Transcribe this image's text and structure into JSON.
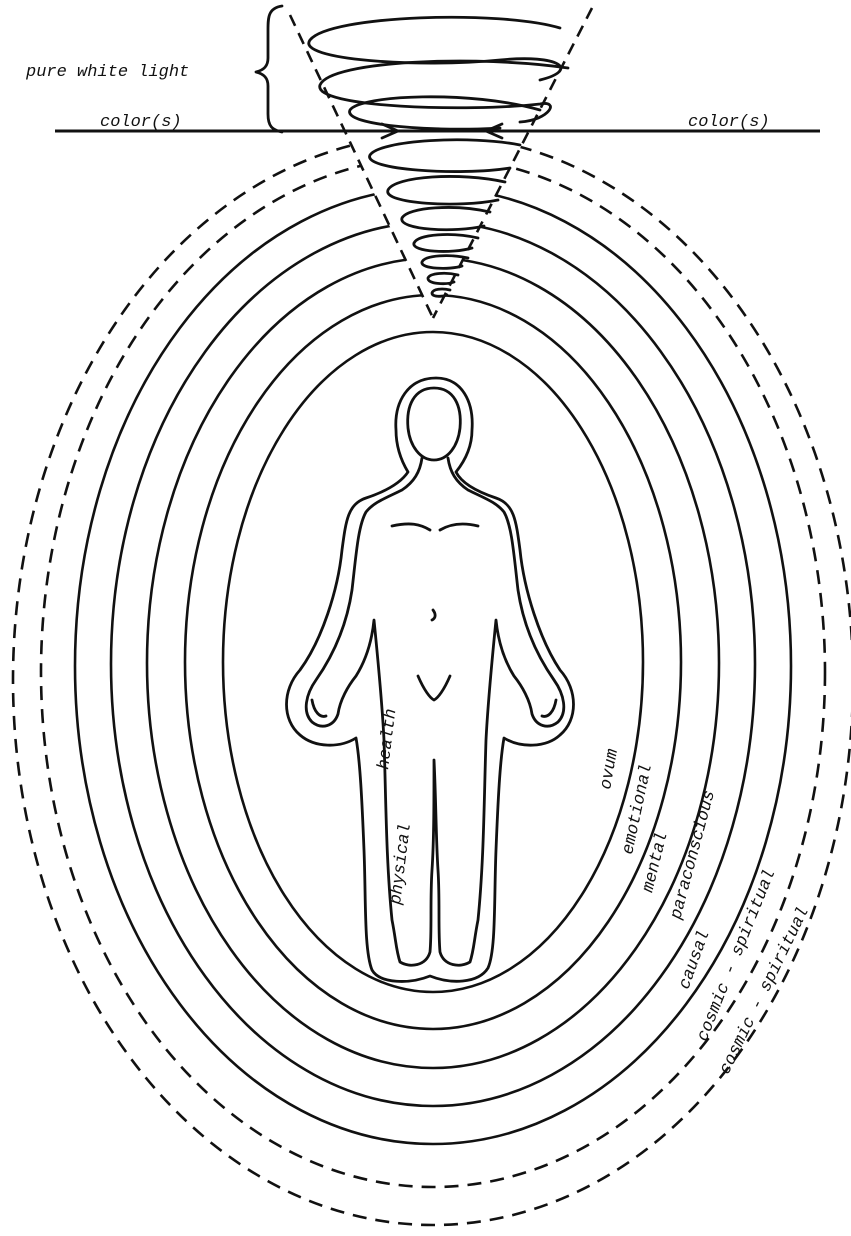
{
  "labels": {
    "pure_white_light": "pure white light",
    "color_left": "color(s)",
    "color_right": "color(s)",
    "physical": "physical",
    "health": "health",
    "ovum": "ovum",
    "emotional": "emotional",
    "mental": "mental",
    "paraconscious": "paraconscious",
    "causal": "causal",
    "cosmic_spiritual_1": "cosmic - spiritual",
    "cosmic_spiritual_2": "cosmic - spiritual"
  },
  "colors": {
    "ink": "#111111",
    "background": "#ffffff"
  }
}
